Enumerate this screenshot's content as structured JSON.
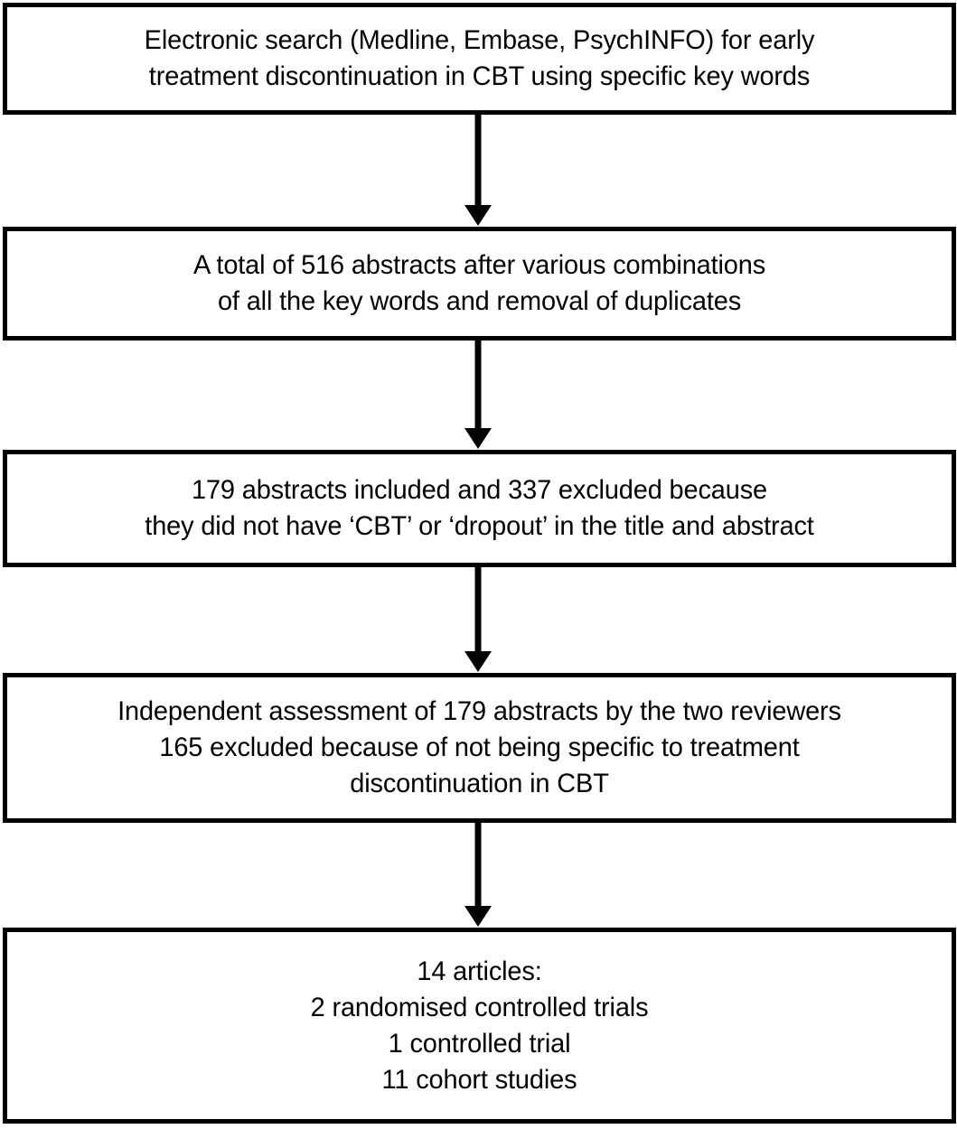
{
  "diagram": {
    "title": "PRISMA-style study selection flow chart",
    "type": "flowchart",
    "orientation": "vertical",
    "background_color": "#ffffff",
    "line_color": "#000000",
    "text_color": "#000000"
  },
  "nodes": [
    {
      "id": "search",
      "name": "electronic-search-box",
      "text": "Electronic search (Medline, Embase, PsychINFO) for early\ntreatment discontinuation in CBT using specific key words"
    },
    {
      "id": "abstracts-total",
      "name": "total-abstracts-box",
      "text": "A total of 516 abstracts after various combinations\nof all the key words and removal of duplicates"
    },
    {
      "id": "title-abstract-screen",
      "name": "title-abstract-screening-box",
      "text": "179 abstracts included and 337 excluded because\nthey did not have ‘CBT’ or ‘dropout’ in the title and abstract"
    },
    {
      "id": "independent-assessment",
      "name": "independent-assessment-box",
      "text": "Independent assessment of 179 abstracts by the two reviewers\n165 excluded because of not being specific to treatment\ndiscontinuation in CBT"
    },
    {
      "id": "included-articles",
      "name": "included-articles-box",
      "text": "14 articles:\n2 randomised controlled trials\n1 controlled trial\n11 cohort studies"
    }
  ],
  "connectors": [
    {
      "id": "arrow-1",
      "name": "down-arrow-icon",
      "from": "search",
      "to": "abstracts-total"
    },
    {
      "id": "arrow-2",
      "name": "down-arrow-icon",
      "from": "abstracts-total",
      "to": "title-abstract-screen"
    },
    {
      "id": "arrow-3",
      "name": "down-arrow-icon",
      "from": "title-abstract-screen",
      "to": "independent-assessment"
    },
    {
      "id": "arrow-4",
      "name": "down-arrow-icon",
      "from": "independent-assessment",
      "to": "included-articles"
    }
  ],
  "counts": {
    "abstracts_retrieved": 516,
    "abstracts_included_after_title_screen": 179,
    "abstracts_excluded_title_screen": 337,
    "abstracts_assessed_independently": 179,
    "excluded_not_specific": 165,
    "articles_included": 14,
    "randomised_controlled_trials": 2,
    "controlled_trials": 1,
    "cohort_studies": 11
  }
}
